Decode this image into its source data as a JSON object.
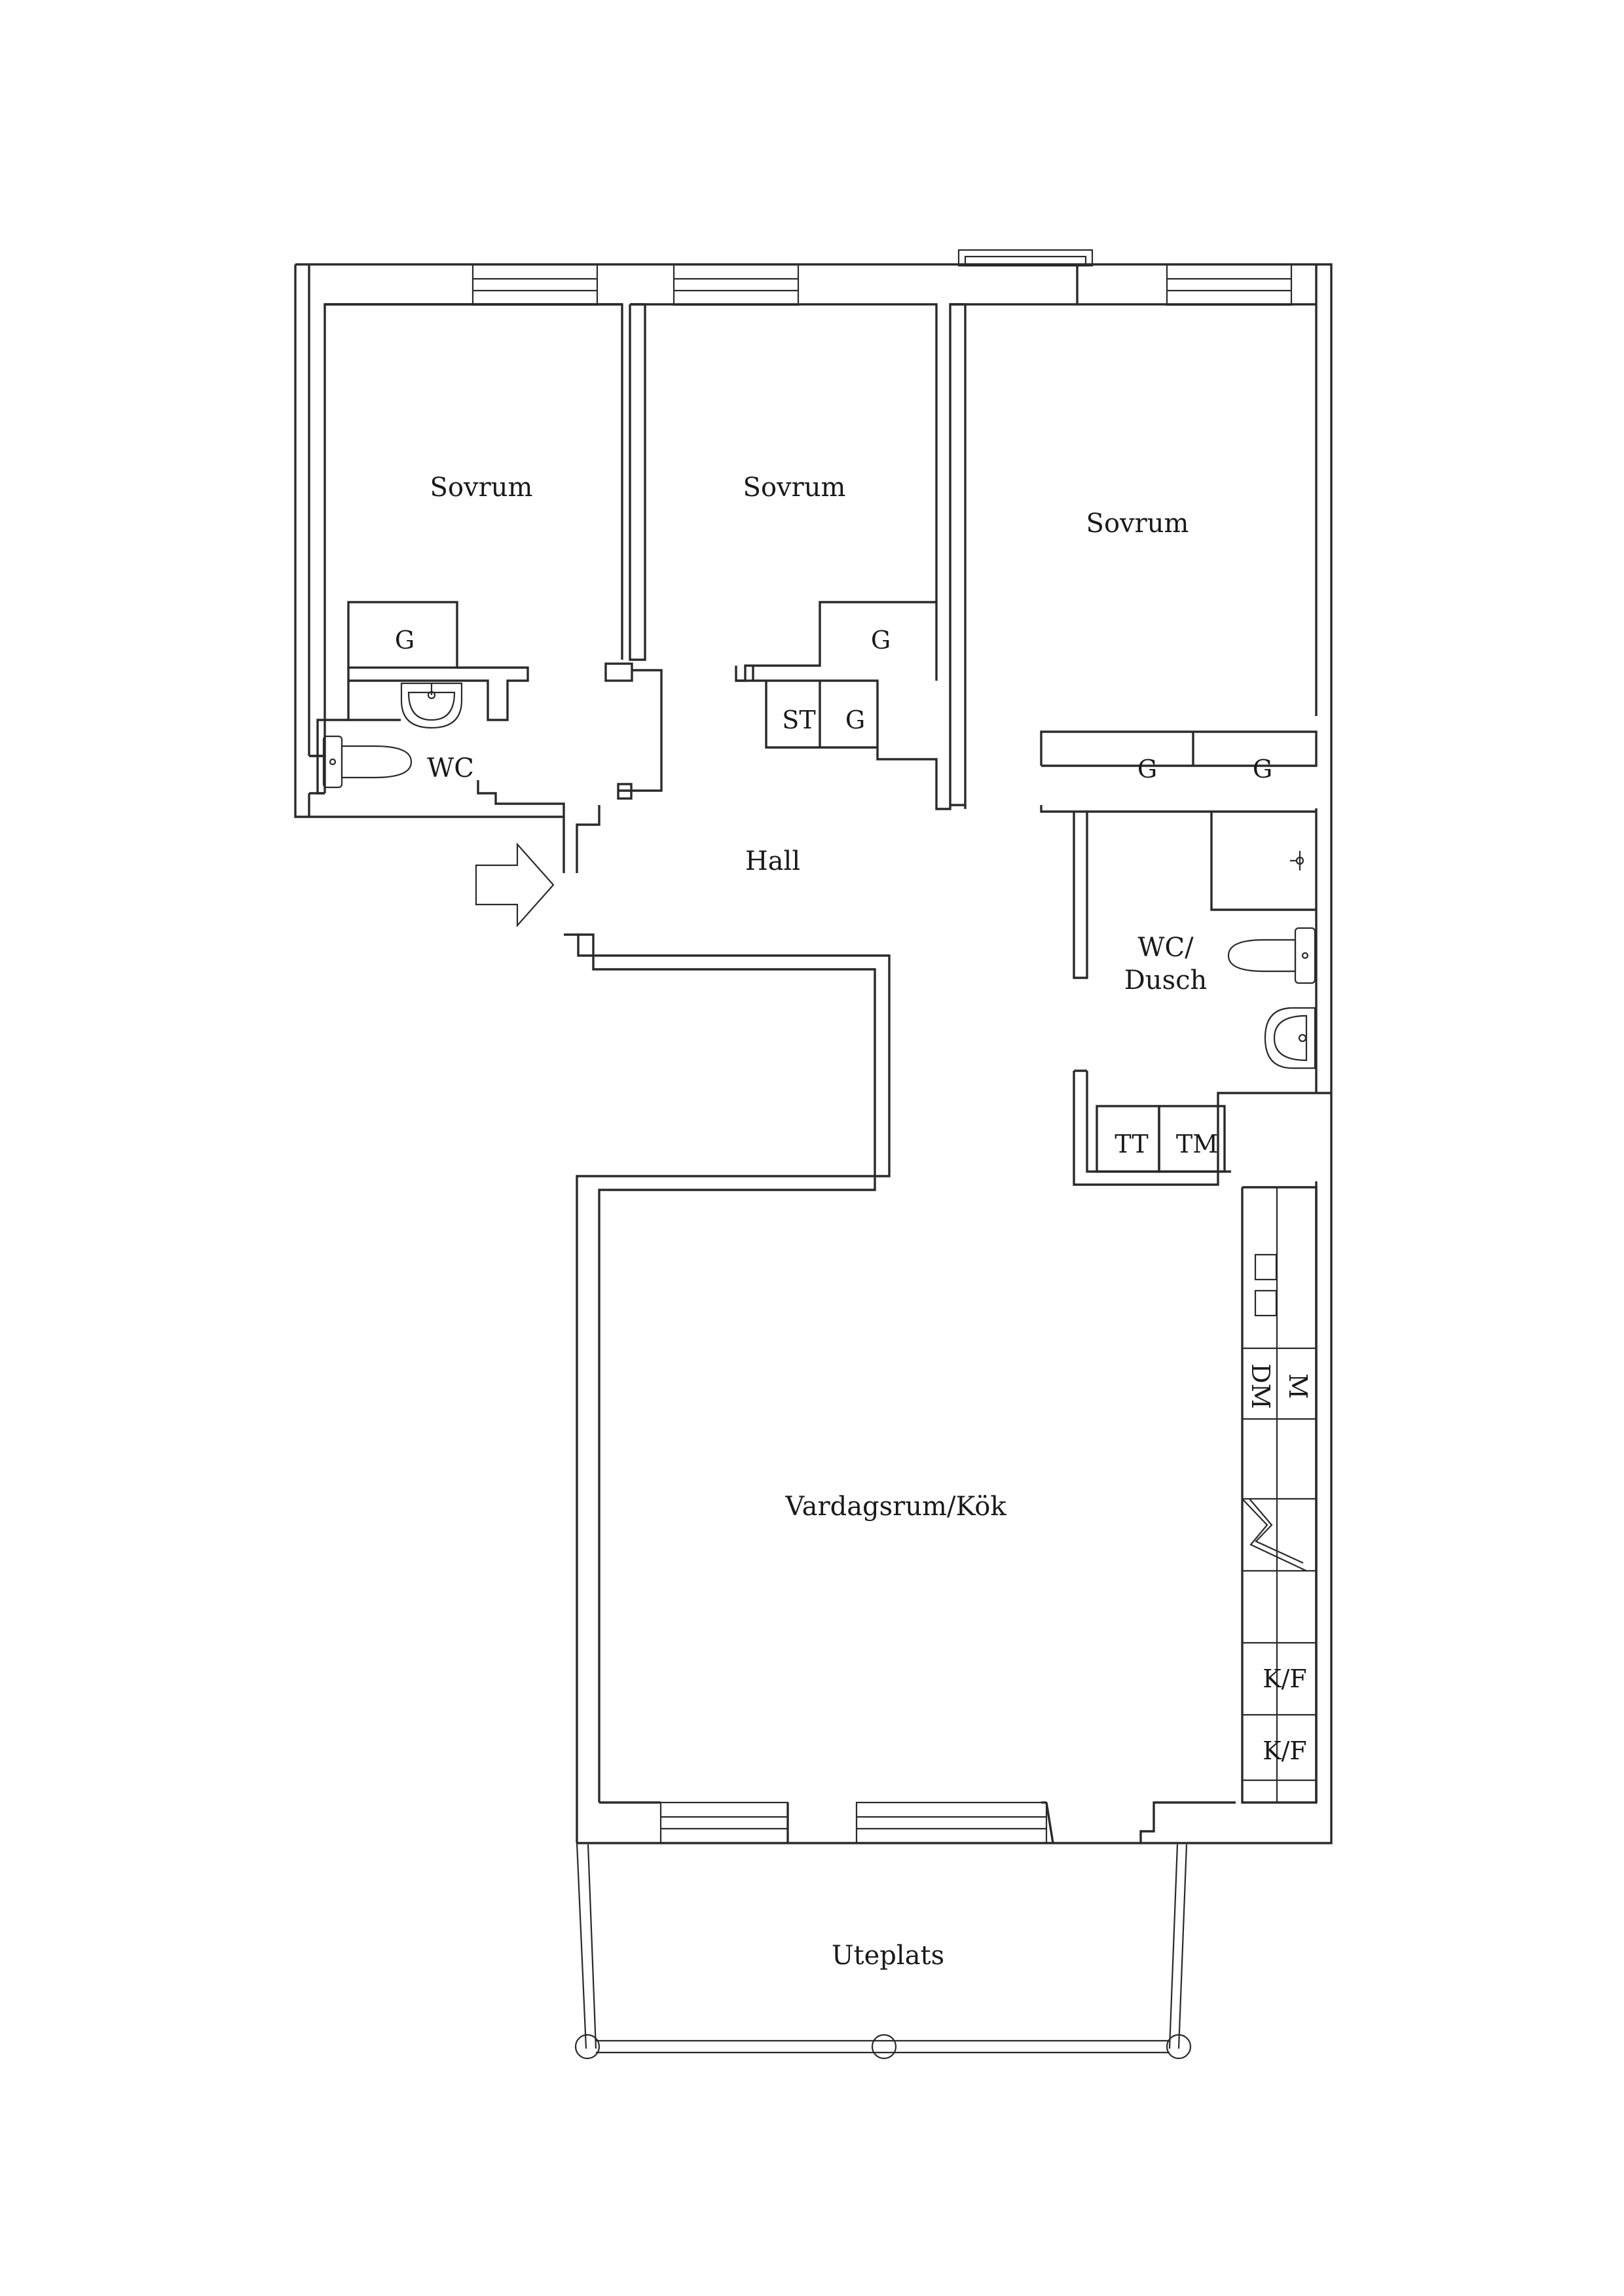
{
  "rooms": {
    "sovrum_1": "Sovrum",
    "sovrum_2": "Sovrum",
    "sovrum_3": "Sovrum",
    "wc": "WC",
    "hall": "Hall",
    "wc_dusch_line1": "WC/",
    "wc_dusch_line2": "Dusch",
    "vardagsrum_kok": "Vardagsrum/Kök",
    "uteplats": "Uteplats"
  },
  "fixtures": {
    "garderob_1": "G",
    "garderob_2": "G",
    "stad": "ST",
    "garderob_3": "G",
    "garderob_4": "G",
    "garderob_5": "G",
    "tvattmaskin": "TM",
    "torktumlare": "TT",
    "mikro": "M",
    "diskmaskin": "DM",
    "kyl_frys_1": "K/F",
    "kyl_frys_2": "K/F"
  },
  "icons": {
    "entrance": "entrance-arrow-icon",
    "toilet": "toilet-icon",
    "sink": "sink-icon",
    "shower": "shower-icon",
    "stove": "stove-icon"
  }
}
